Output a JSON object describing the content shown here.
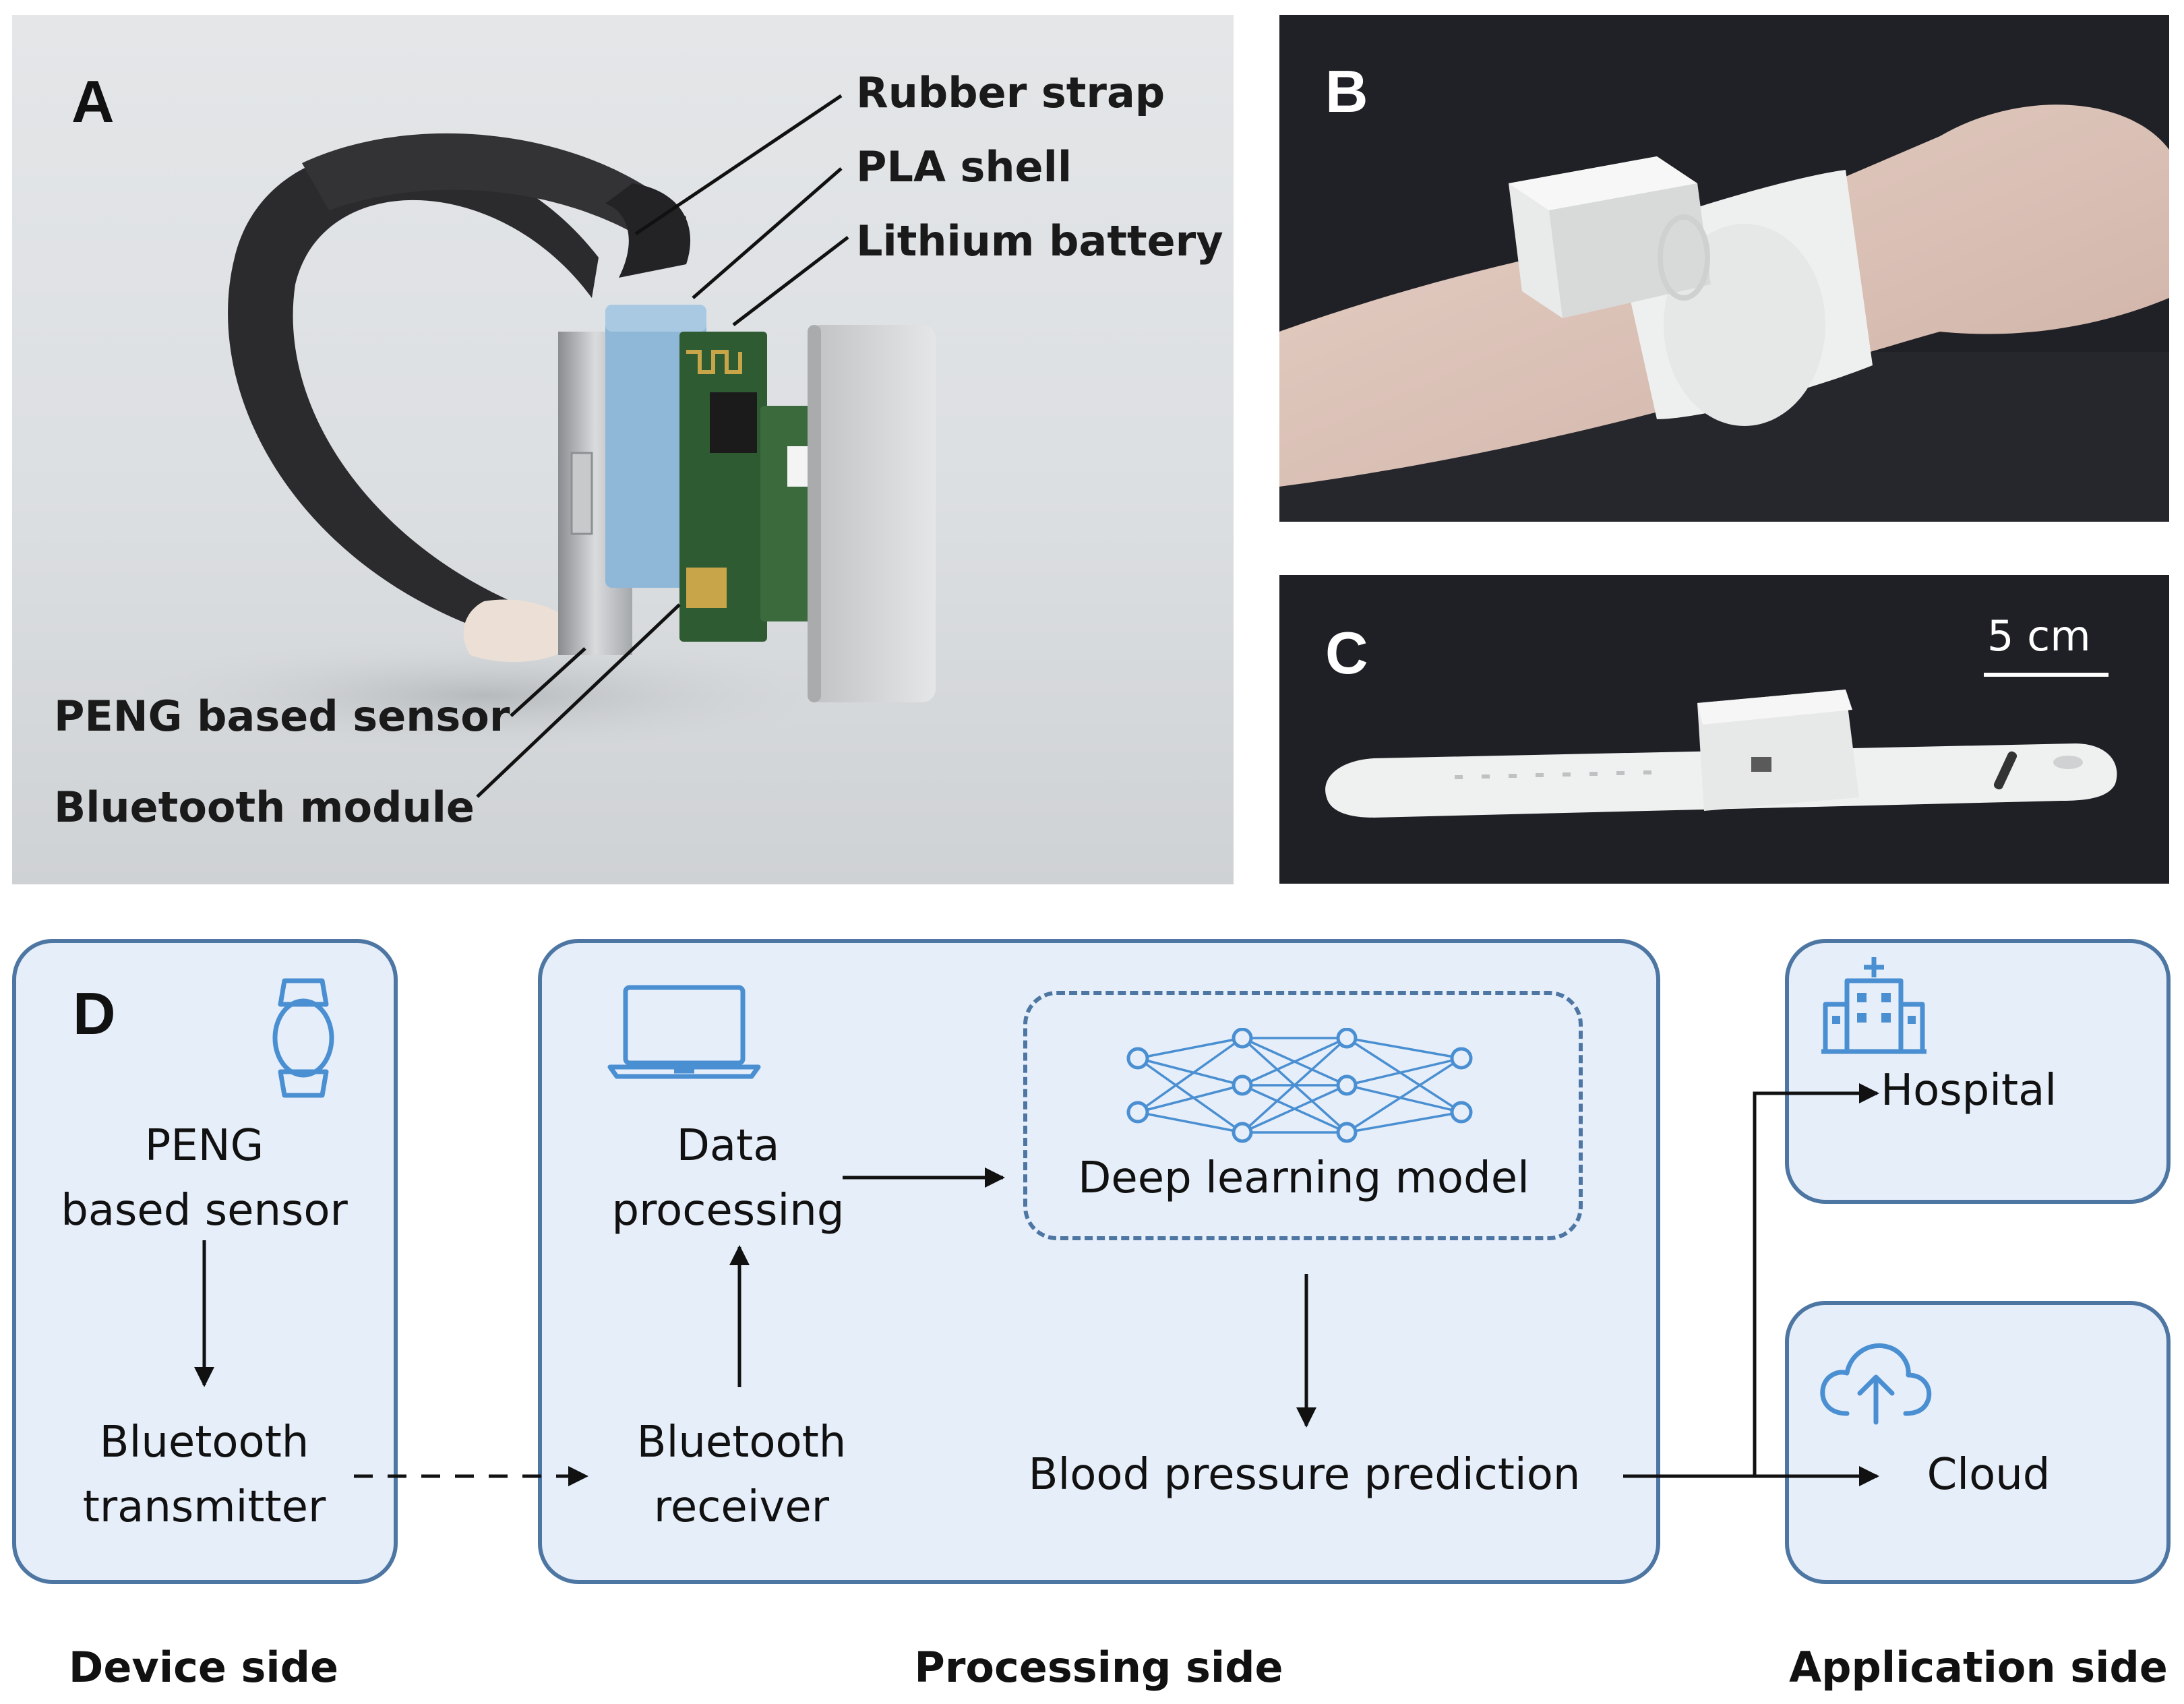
{
  "panel_a": {
    "label": "A",
    "callouts": {
      "rubber_strap": "Rubber strap",
      "pla_shell": "PLA shell",
      "lithium_battery": "Lithium battery",
      "peng_sensor": "PENG based sensor",
      "bluetooth_module": "Bluetooth module"
    }
  },
  "panel_b": {
    "label": "B"
  },
  "panel_c": {
    "label": "C",
    "scale_bar": "5 cm"
  },
  "panel_d": {
    "label": "D",
    "device": {
      "sensor_line1": "PENG",
      "sensor_line2": "based sensor",
      "transmitter_line1": "Bluetooth",
      "transmitter_line2": "transmitter",
      "side_label": "Device side",
      "icon": "smartwatch-icon"
    },
    "processing": {
      "data_line1": "Data",
      "data_line2": "processing",
      "model": "Deep learning model",
      "receiver_line1": "Bluetooth",
      "receiver_line2": "receiver",
      "prediction": "Blood pressure prediction",
      "side_label": "Processing side",
      "laptop_icon": "laptop-icon",
      "network_icon": "neural-network-icon"
    },
    "application": {
      "hospital": "Hospital",
      "cloud": "Cloud",
      "side_label": "Application side",
      "hospital_icon": "hospital-icon",
      "cloud_icon": "cloud-upload-icon"
    },
    "colors": {
      "box_fill": "#e6eefa",
      "box_border": "#4d76a3",
      "icon_blue": "#4a8fd1"
    }
  }
}
